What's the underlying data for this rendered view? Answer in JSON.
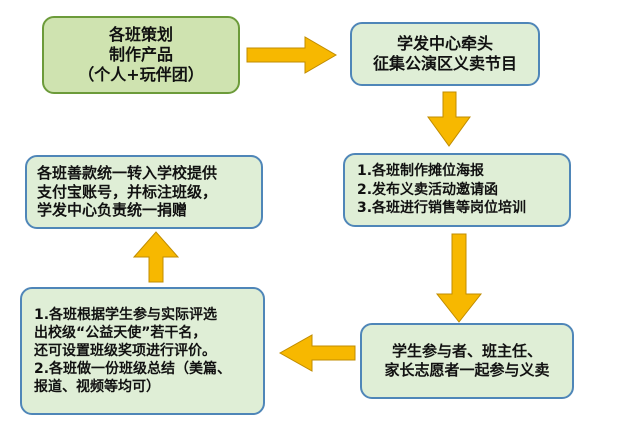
{
  "nodes": {
    "plan": {
      "lines": [
        "各班策划",
        "制作产品",
        "（个人+玩伴团）"
      ]
    },
    "collect": {
      "lines": [
        "学发中心牵头",
        "征集公演区义卖节目"
      ]
    },
    "prepare": {
      "lines": [
        "1.各班制作摊位海报",
        "2.发布义卖活动邀请函",
        "3.各班进行销售等岗位培训"
      ]
    },
    "donate": {
      "lines": [
        "各班善款统一转入学校提供",
        "支付宝账号，并标注班级，",
        "学发中心负责统一捐赠"
      ]
    },
    "evaluate": {
      "lines": [
        "1.各班根据学生参与实际评选",
        "出校级“公益天使”若干名，",
        "还可设置班级奖项进行评价。",
        "2.各班做一份班级总结（美篇、",
        "报道、视频等均可）"
      ]
    },
    "participate": {
      "lines": [
        "学生参与者、班主任、",
        "家长志愿者一起参与义卖"
      ]
    }
  },
  "colors": {
    "arrow_fill": "#f7b800",
    "arrow_stroke": "#c08c00",
    "node_fill": "#dfeed6",
    "node_border": "#4f86b8",
    "start_fill": "#cfe3b0",
    "start_border": "#6c9b3a"
  }
}
